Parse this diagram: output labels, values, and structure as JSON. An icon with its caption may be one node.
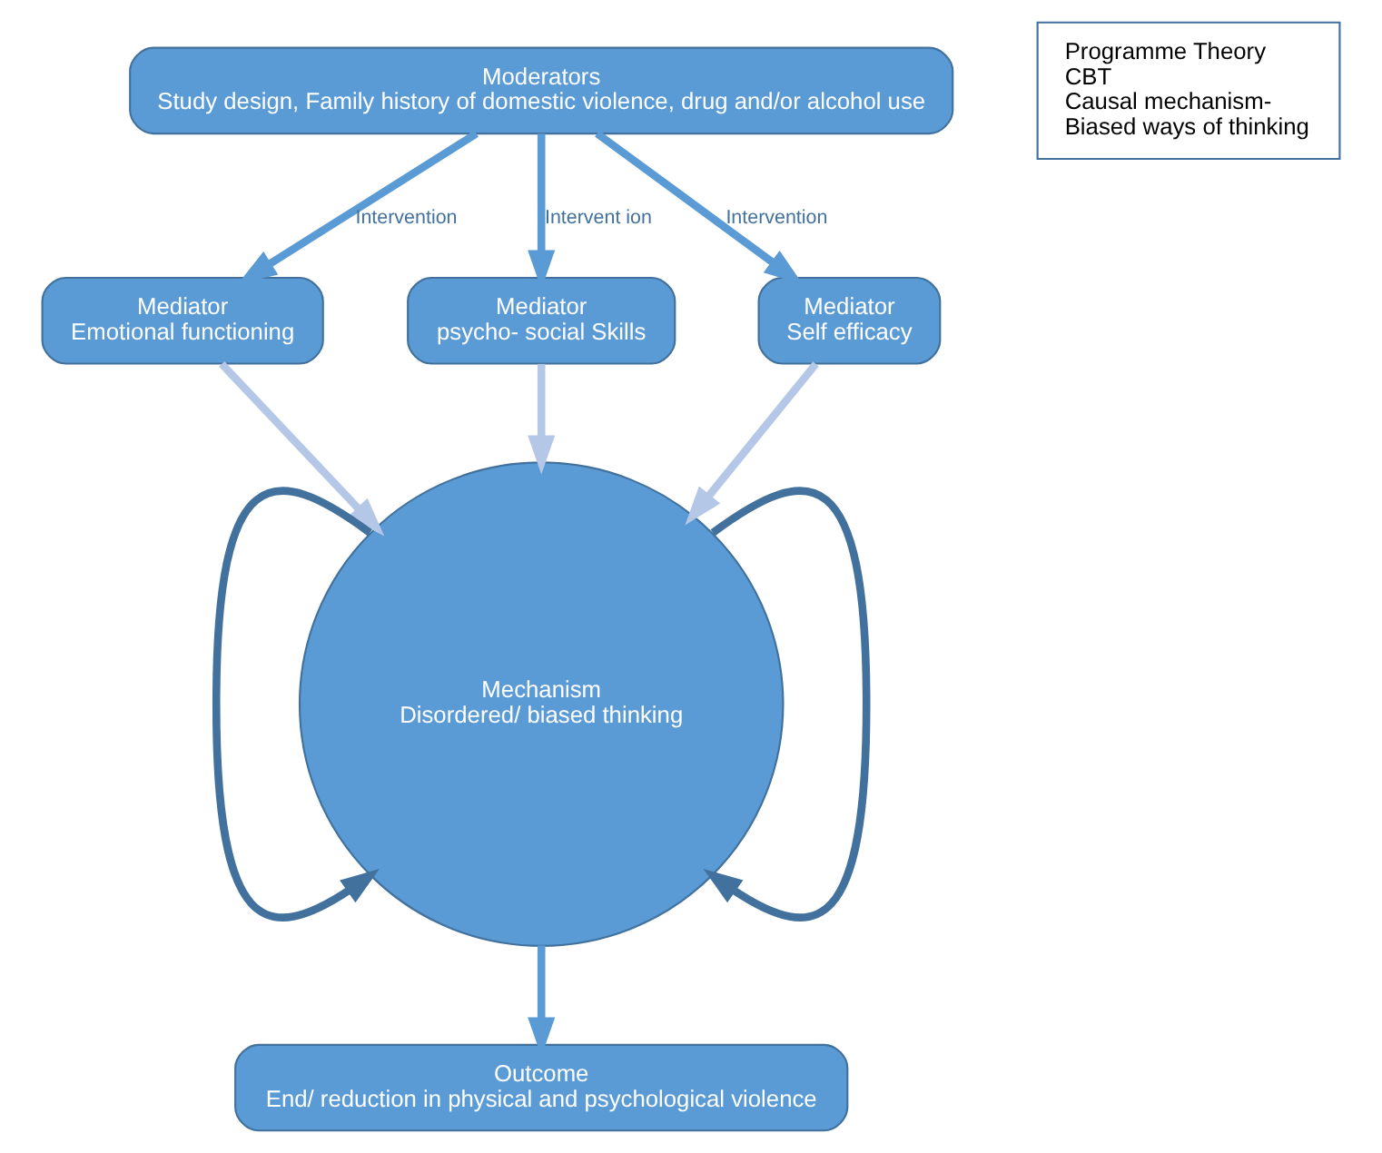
{
  "diagram": {
    "nodes": [
      {
        "text": [
          "Moderators",
          "Study design, Family history of domestic violence, drug and/or alcohol use"
        ]
      },
      {
        "text": [
          "Mediator",
          "Emotional functioning"
        ]
      },
      {
        "text": [
          "Mediator",
          "psycho- social Skills"
        ]
      },
      {
        "text": [
          "Mediator",
          "Self efficacy"
        ]
      },
      {
        "text": [
          "Mechanism",
          "Disordered/ biased thinking"
        ]
      },
      {
        "text": [
          "Outcome",
          "End/ reduction in physical and psychological violence"
        ]
      },
      {
        "text": [
          "Programme Theory",
          "CBT",
          "Causal mechanism-",
          "Biased ways of thinking"
        ]
      }
    ],
    "edges": [
      {
        "from": 0,
        "to": 1,
        "arrow": "to",
        "label": "Intervention"
      },
      {
        "from": 0,
        "to": 2,
        "arrow": "to",
        "label": "Intervent ion"
      },
      {
        "from": 0,
        "to": 3,
        "arrow": "to",
        "label": "Intervention"
      },
      {
        "from": 1,
        "to": 4,
        "arrow": "to",
        "color": "#b4c7e7"
      },
      {
        "from": 2,
        "to": 4,
        "arrow": "to",
        "color": "#b4c7e7"
      },
      {
        "from": 3,
        "to": 4,
        "arrow": "to",
        "color": "#b4c7e7"
      },
      {
        "from": 4,
        "to": 4,
        "arrow": "to",
        "color": "#41719c"
      },
      {
        "from": 4,
        "to": 4,
        "arrow": "to",
        "color": "#41719c"
      },
      {
        "from": 4,
        "to": 5,
        "arrow": "to"
      }
    ]
  }
}
